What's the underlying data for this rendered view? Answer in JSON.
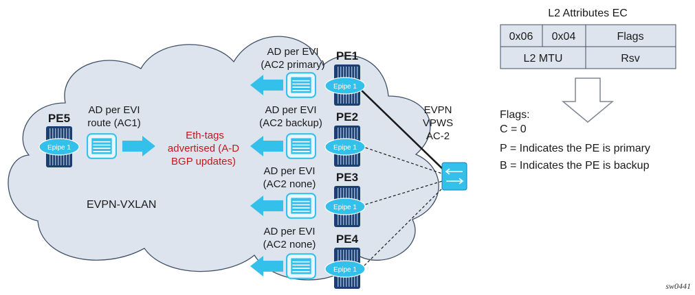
{
  "cloud": {
    "label": "EVPN-VXLAN"
  },
  "routers": [
    {
      "name": "PE5",
      "service": "Epipe 1"
    },
    {
      "name": "PE1",
      "service": "Epipe 1"
    },
    {
      "name": "PE2",
      "service": "Epipe 1"
    },
    {
      "name": "PE3",
      "service": "Epipe 1"
    },
    {
      "name": "PE4",
      "service": "Epipe 1"
    }
  ],
  "routes": [
    {
      "line1": "AD per EVI",
      "line2": "route (AC1)"
    },
    {
      "line1": "AD per EVI",
      "line2": "(AC2 primary)"
    },
    {
      "line1": "AD per EVI",
      "line2": "(AC2 backup)"
    },
    {
      "line1": "AD per EVI",
      "line2": "(AC2 none)"
    },
    {
      "line1": "AD per EVI",
      "line2": "(AC2 none)"
    }
  ],
  "eth_tags_note": {
    "line1": "Eth-tags",
    "line2": "advertised (A-D",
    "line3": "BGP updates)"
  },
  "access": {
    "line1": "EVPN",
    "line2": "VPWS",
    "line3": "AC-2"
  },
  "ec_table": {
    "title": "L2 Attributes EC",
    "row1": [
      "0x06",
      "0x04",
      "Flags"
    ],
    "row2": [
      "L2 MTU",
      "Rsv"
    ]
  },
  "flags": {
    "heading": "Flags:",
    "items": [
      "C = 0",
      "P = Indicates the PE is primary",
      "B = Indicates the PE is backup"
    ]
  },
  "figure_tag": "sw0441",
  "colors": {
    "cloud": "#dde4ee",
    "arrow": "#33c1ec",
    "router": "#1c3f73",
    "accent_red": "#c4161c"
  }
}
